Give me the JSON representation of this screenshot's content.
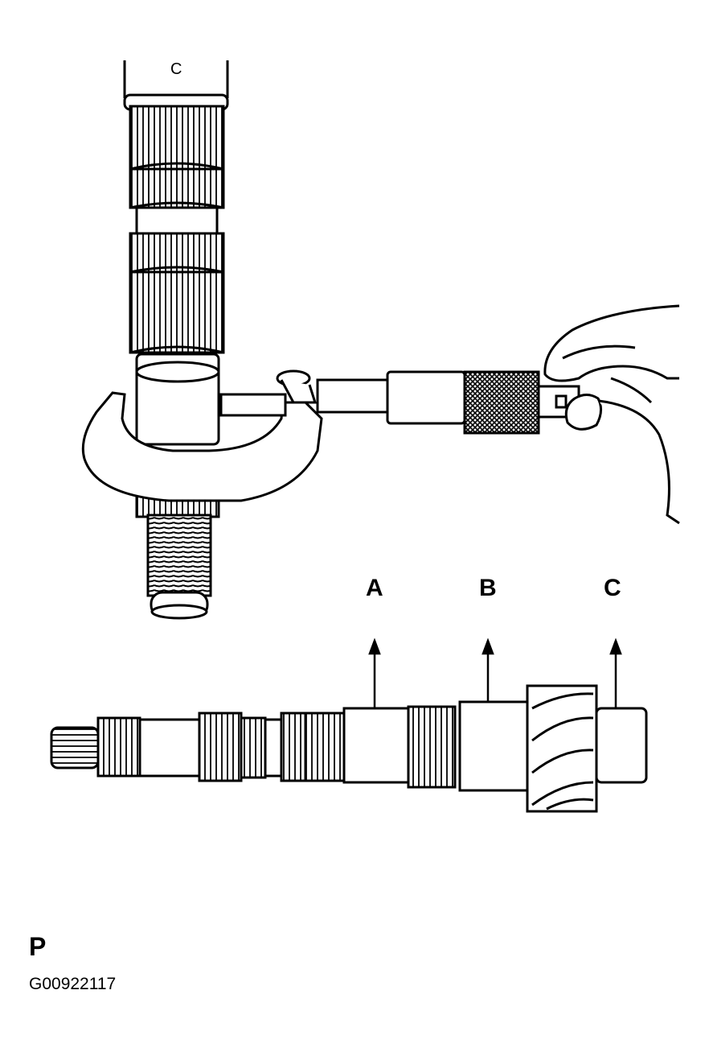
{
  "labels": {
    "a": "A",
    "b": "B",
    "c": "C"
  },
  "view_letter": "P",
  "figure_id": "G00922117",
  "shaft_marking": "C",
  "colors": {
    "line": "#000000",
    "background": "#ffffff"
  }
}
